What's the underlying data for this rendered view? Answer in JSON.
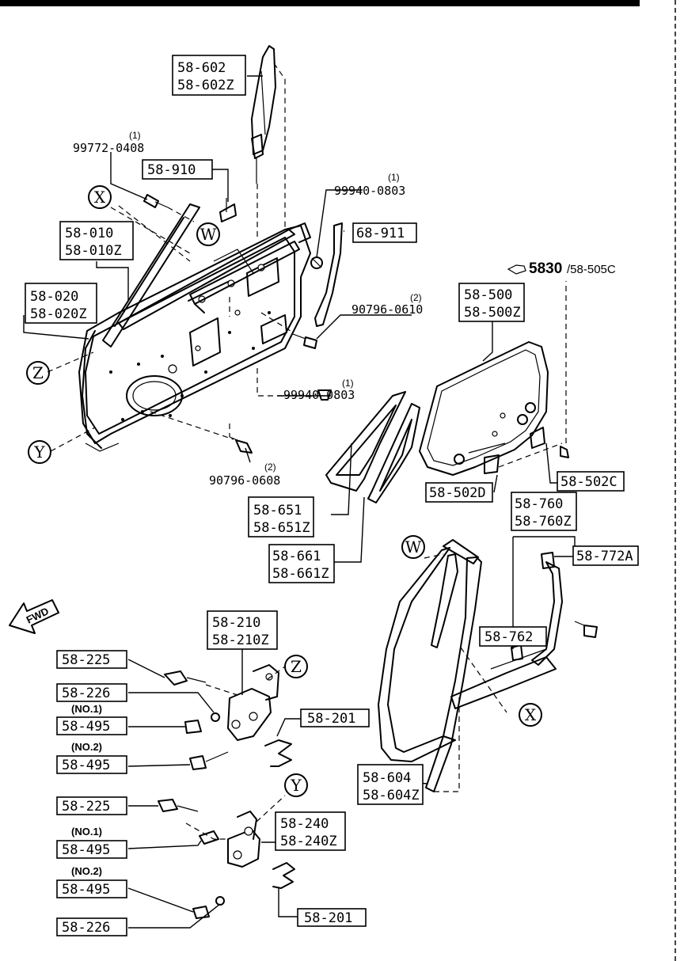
{
  "parts": {
    "p58_602": [
      "58-602",
      "58-602Z"
    ],
    "p99772": {
      "qty": "(1)",
      "code": "99772-0408"
    },
    "p58_910": "58-910",
    "p99940a": {
      "qty": "(1)",
      "code": "99940-0803"
    },
    "p58_010": [
      "58-010",
      "58-010Z"
    ],
    "p68_911": "68-911",
    "p58_020": [
      "58-020",
      "58-020Z"
    ],
    "p90796_0610": {
      "qty": "(2)",
      "code": "90796-0610"
    },
    "p99940b": {
      "qty": "(1)",
      "code": "99940-0803"
    },
    "p90796_0608": {
      "qty": "(2)",
      "code": "90796-0608"
    },
    "p58_500": [
      "58-500",
      "58-500Z"
    ],
    "p58_502C": "58-502C",
    "p58_502D": "58-502D",
    "p58_651": [
      "58-651",
      "58-651Z"
    ],
    "p58_661": [
      "58-661",
      "58-661Z"
    ],
    "p58_760": [
      "58-760",
      "58-760Z"
    ],
    "p58_772A": "58-772A",
    "p58_762": "58-762",
    "p58_604": [
      "58-604",
      "58-604Z"
    ],
    "p58_210": [
      "58-210",
      "58-210Z"
    ],
    "p58_225a": "58-225",
    "p58_226a": "58-226",
    "p58_495_1a": {
      "note": "(NO.1)",
      "code": "58-495"
    },
    "p58_495_2a": {
      "note": "(NO.2)",
      "code": "58-495"
    },
    "p58_201a": "58-201",
    "p58_225b": "58-225",
    "p58_495_1b": {
      "note": "(NO.1)",
      "code": "58-495"
    },
    "p58_240": [
      "58-240",
      "58-240Z"
    ],
    "p58_495_2b": {
      "note": "(NO.2)",
      "code": "58-495"
    },
    "p58_201b": "58-201",
    "p58_226b": "58-226"
  },
  "reference": {
    "icon": "pointing-hand-icon",
    "main": "5830",
    "sub": "/58-505C"
  },
  "callouts": {
    "X": "X",
    "W": "W",
    "Z": "Z",
    "Y": "Y"
  },
  "fwd": "FWD"
}
